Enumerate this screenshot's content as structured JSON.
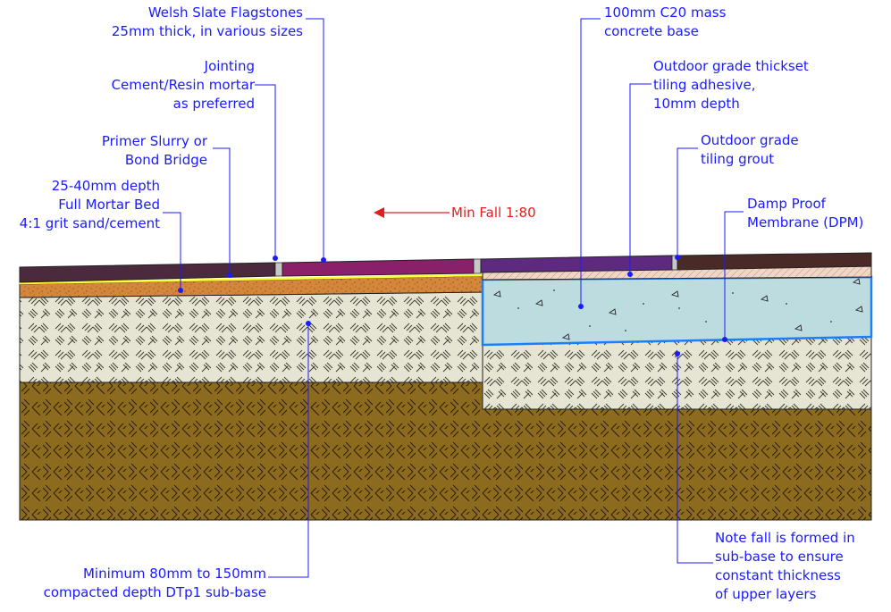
{
  "labels": {
    "flagstones": [
      "Welsh Slate Flagstones",
      "25mm thick, in various sizes"
    ],
    "jointing": [
      "Jointing",
      "Cement/Resin mortar",
      "as preferred"
    ],
    "primer": [
      "Primer Slurry or",
      "Bond Bridge"
    ],
    "mortar_bed": [
      "25-40mm depth",
      "Full Mortar Bed",
      "4:1 grit sand/cement"
    ],
    "concrete": [
      "100mm C20 mass",
      "concrete base"
    ],
    "adhesive": [
      "Outdoor grade thickset",
      "tiling adhesive,",
      "10mm depth"
    ],
    "grout": [
      "Outdoor grade",
      "tiling grout"
    ],
    "dpm": [
      "Damp Proof",
      "Membrane (DPM)"
    ],
    "sub_base": [
      "Minimum 80mm to 150mm",
      "compacted depth DTp1 sub-base"
    ],
    "note": [
      "Note fall is formed in",
      "sub-base to ensure",
      "constant thickness",
      "of upper layers"
    ],
    "fall": "Min Fall 1:80"
  },
  "colors": {
    "leader": "#1a1aff",
    "fall_arrow": "#e02020",
    "soil": "#8c6b1f",
    "sub_base": "#e6e4d2",
    "concrete": "#bcdce0",
    "dpm": "#1a7fff",
    "mortar": "#d4863a",
    "primer": "#ffff33",
    "slate_dark": "#4a2a3c",
    "slate_purple": "#8a1f6a",
    "slate_violet": "#5e2a80",
    "slate_brown": "#4a2a26",
    "adhesive": "#f0d6c6"
  }
}
